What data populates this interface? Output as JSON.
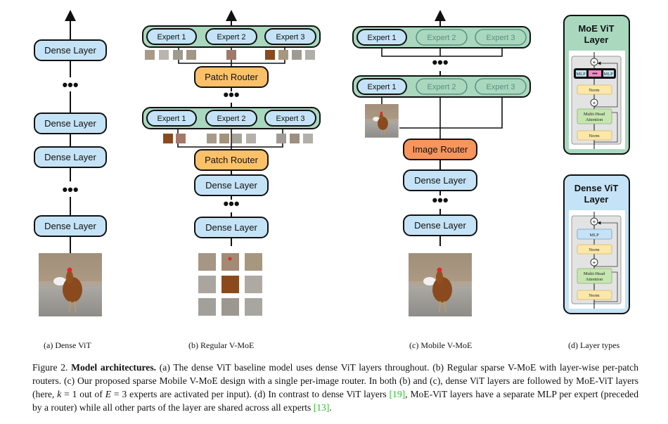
{
  "panels": {
    "a": {
      "label": "(a) Dense ViT",
      "layers": [
        "Dense Layer",
        "Dense Layer",
        "Dense Layer",
        "Dense Layer"
      ],
      "ellipsis": "•••",
      "input": "chicken-image"
    },
    "b": {
      "label": "(b) Regular V-MoE",
      "experts_top": [
        "Expert 1",
        "Expert 2",
        "Expert 3"
      ],
      "experts_bottom": [
        "Expert 1",
        "Expert 2",
        "Expert 3"
      ],
      "router_top": "Patch Router",
      "router_bottom": "Patch Router",
      "dense_layers": [
        "Dense Layer",
        "Dense Layer"
      ],
      "ellipsis": "•••",
      "input": "chicken-image-patches-3x3"
    },
    "c": {
      "label": "(c) Mobile V-MoE",
      "experts_top": [
        "Expert 1",
        "Expert 2",
        "Expert 3"
      ],
      "experts_bottom": [
        "Expert 1",
        "Expert 2",
        "Expert 3"
      ],
      "active_expert": "Expert 1",
      "router": "Image Router",
      "dense_layers": [
        "Dense Layer",
        "Dense Layer"
      ],
      "ellipsis": "•••",
      "input": "chicken-image"
    },
    "d": {
      "label": "(d) Layer types",
      "moe_title_1": "MoE ViT",
      "moe_title_2": "Layer",
      "dense_title_1": "Dense ViT",
      "dense_title_2": "Layer",
      "mlp": "MLP",
      "norm": "Norm",
      "mha_1": "Multi-Head",
      "mha_2": "Attention",
      "plus": "+",
      "dots": "•••"
    }
  },
  "caption": {
    "figure_num": "Figure 2.",
    "bold_title": "Model architectures.",
    "part1": " (a) The dense ViT baseline model uses dense ViT layers throughout. (b) Regular sparse V-MoE with layer-wise per-patch routers. (c) Our proposed sparse Mobile V-MoE design with a single per-image router. In both (b) and (c), dense ViT layers are followed by MoE-ViT layers (here, ",
    "k": "k",
    "part2": " = 1 out of ",
    "E": "E",
    "part3": " = 3 experts are activated per input). (d) In contrast to dense ViT layers ",
    "ref1": "[19]",
    "part4": ", MoE-ViT layers have a separate MLP per expert (preceded by a router) while all other parts of the layer are shared across all experts ",
    "ref2": "[13]",
    "part5": "."
  },
  "colors": {
    "dense_fill": "#c5e3f6",
    "moe_fill": "#a9d8bf",
    "patch_router_fill": "#fbc16a",
    "image_router_fill": "#f7955c",
    "norm_fill": "#fbe7a8",
    "mha_fill": "#c6e6b0",
    "mlp_pink": "#f28ac8",
    "ref_green": "#2fbf2f"
  }
}
